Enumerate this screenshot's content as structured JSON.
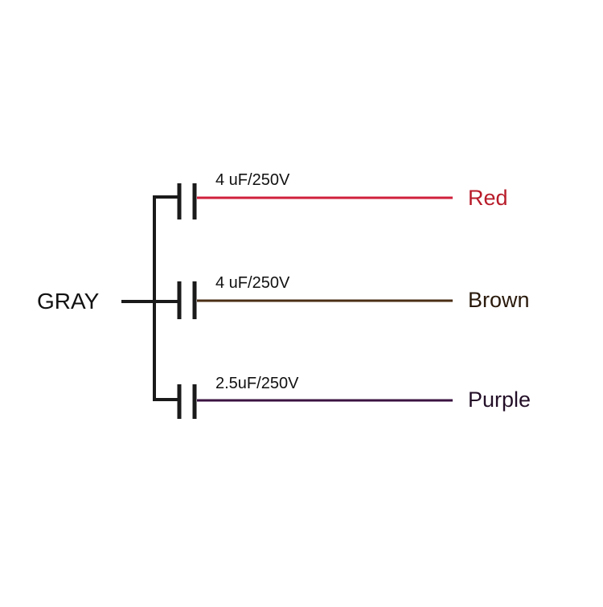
{
  "common_wire": {
    "label": "GRAY",
    "color": "#1a1a1a"
  },
  "branches": [
    {
      "capacitor": "4 uF/250V",
      "wire_label": "Red",
      "wire_color": "#d0203c",
      "label_color": "#b81c2a"
    },
    {
      "capacitor": "4 uF/250V",
      "wire_label": "Brown",
      "wire_color": "#4a2e14",
      "label_color": "#2a1a0c"
    },
    {
      "capacitor": "2.5uF/250V",
      "wire_label": "Purple",
      "wire_color": "#3a1240",
      "label_color": "#241028"
    }
  ]
}
